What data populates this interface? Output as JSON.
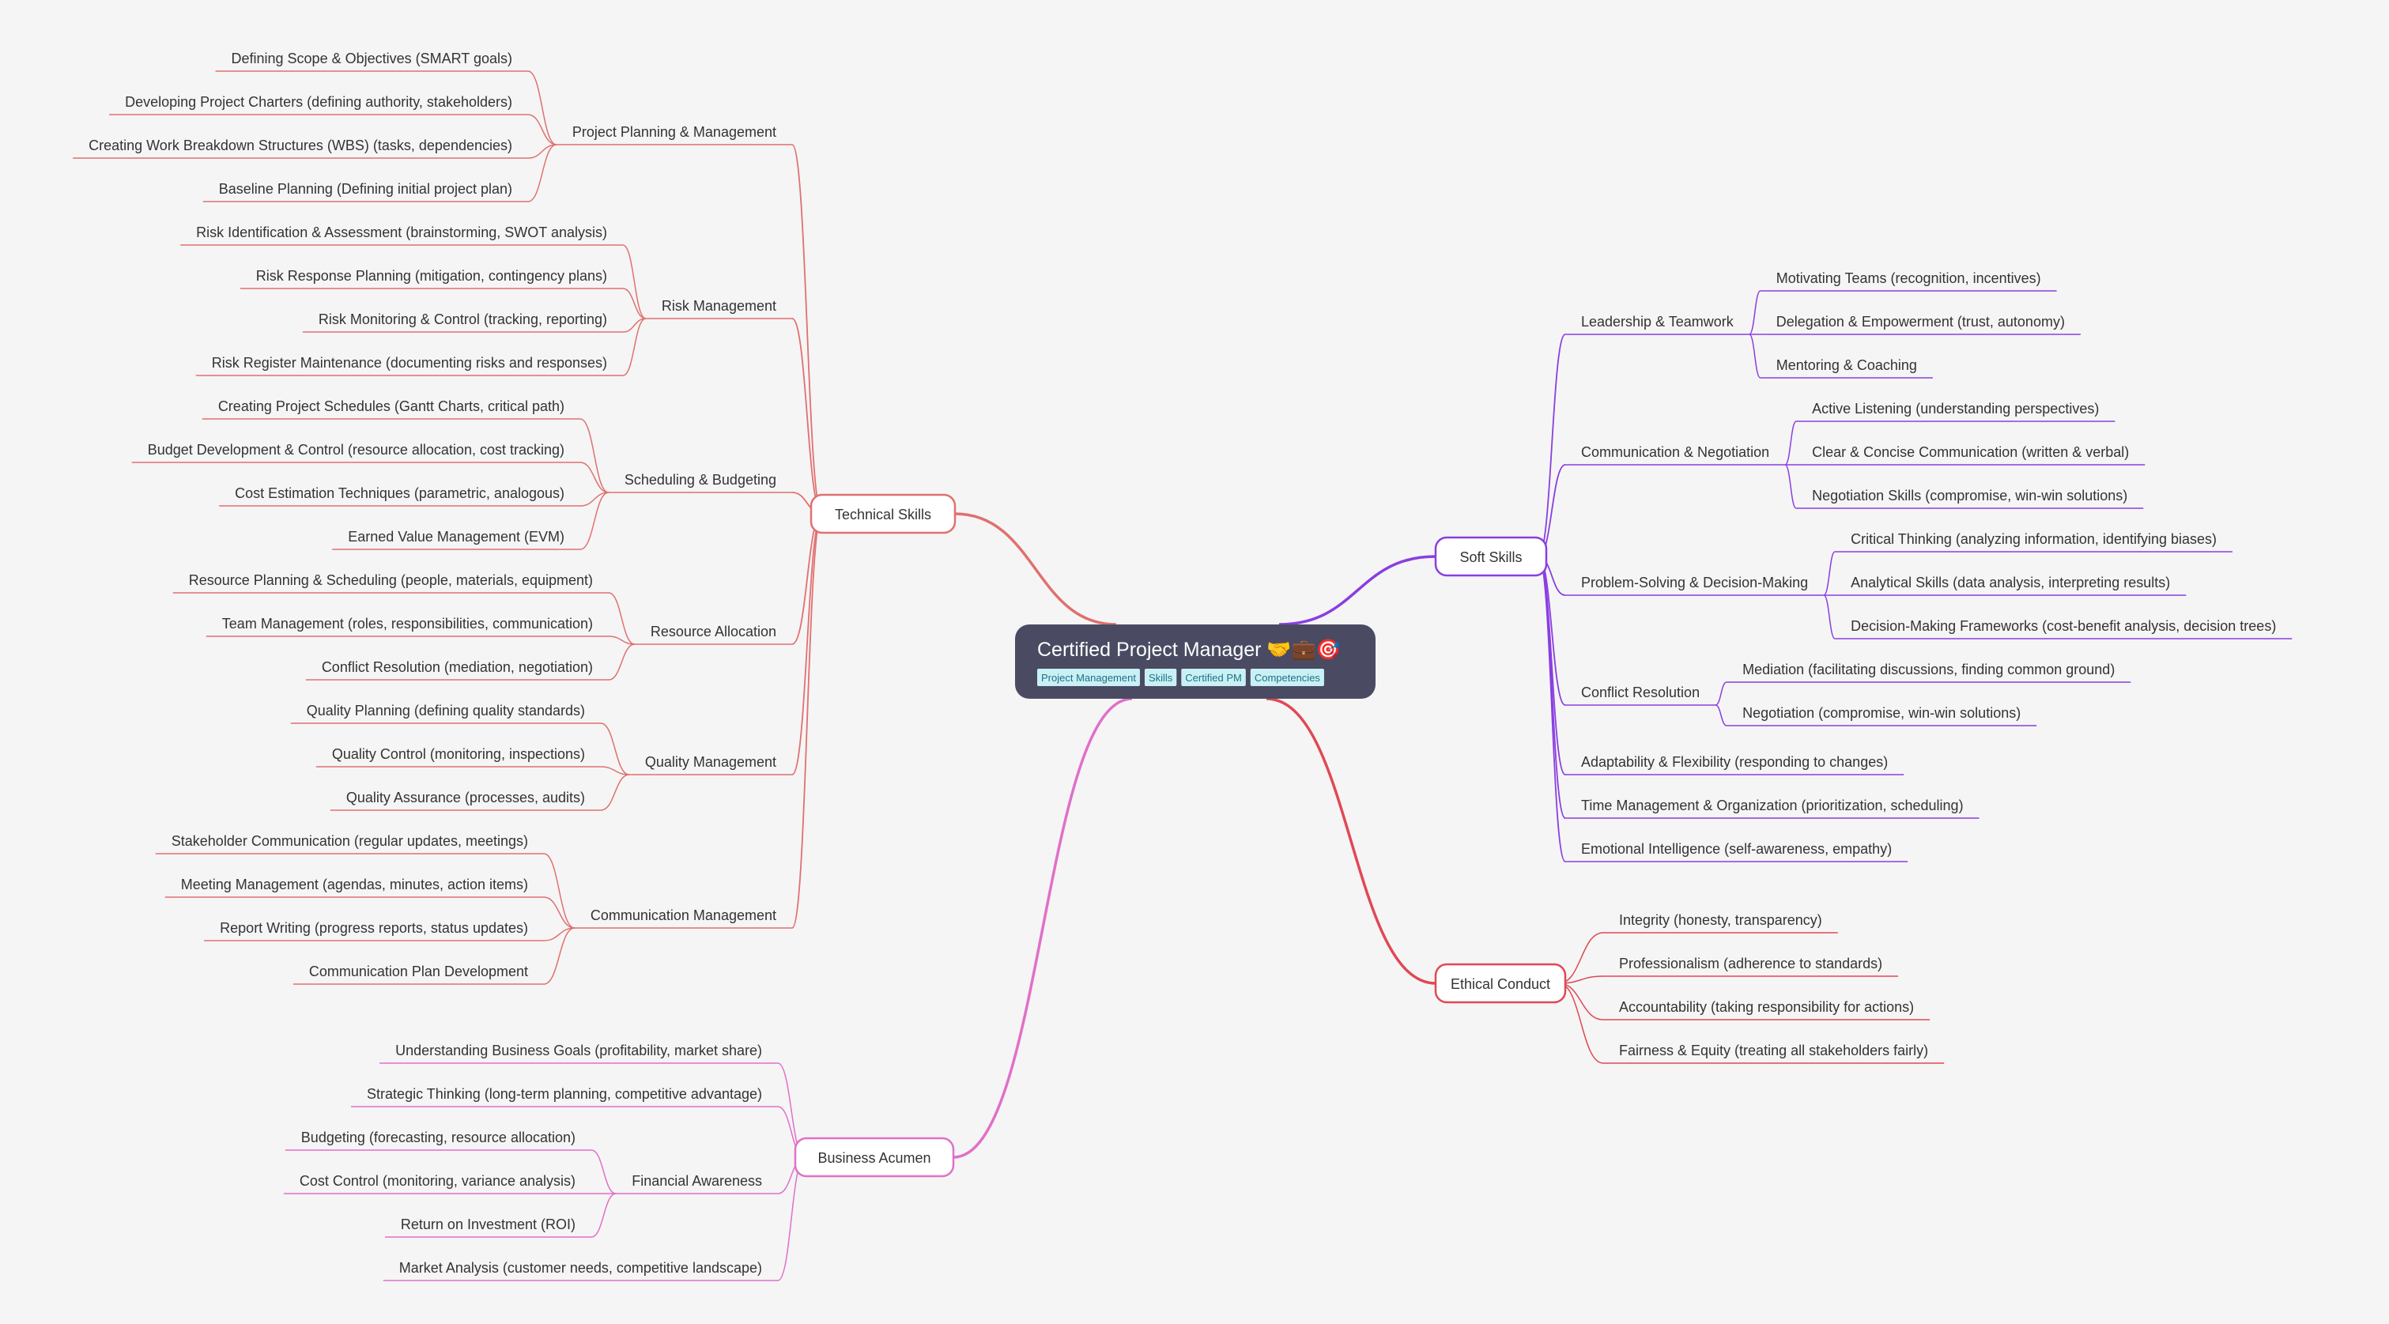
{
  "root": {
    "title": "Certified Project Manager 🤝💼🎯",
    "tags": [
      "Project Management",
      "Skills",
      "Certified PM",
      "Competencies"
    ]
  },
  "branches": [
    {
      "label": "Technical Skills",
      "color": "#e07070",
      "side": "left",
      "children": [
        {
          "label": "Project Planning & Management",
          "children": [
            "Defining Scope & Objectives (SMART goals)",
            "Developing Project Charters (defining authority, stakeholders)",
            "Creating Work Breakdown Structures (WBS) (tasks, dependencies)",
            "Baseline Planning (Defining initial project plan)"
          ]
        },
        {
          "label": "Risk Management",
          "children": [
            "Risk Identification & Assessment (brainstorming, SWOT analysis)",
            "Risk Response Planning (mitigation, contingency plans)",
            "Risk Monitoring & Control (tracking, reporting)",
            "Risk Register Maintenance (documenting risks and responses)"
          ]
        },
        {
          "label": "Scheduling & Budgeting",
          "children": [
            "Creating Project Schedules (Gantt Charts, critical path)",
            "Budget Development & Control (resource allocation, cost tracking)",
            "Cost Estimation Techniques (parametric, analogous)",
            "Earned Value Management (EVM)"
          ]
        },
        {
          "label": "Resource Allocation",
          "children": [
            "Resource Planning & Scheduling (people, materials, equipment)",
            "Team Management (roles, responsibilities, communication)",
            "Conflict Resolution (mediation, negotiation)"
          ]
        },
        {
          "label": "Quality Management",
          "children": [
            "Quality Planning (defining quality standards)",
            "Quality Control (monitoring, inspections)",
            "Quality Assurance (processes, audits)"
          ]
        },
        {
          "label": "Communication Management",
          "children": [
            "Stakeholder Communication (regular updates, meetings)",
            "Meeting Management (agendas, minutes, action items)",
            "Report Writing (progress reports, status updates)",
            "Communication Plan Development"
          ]
        }
      ]
    },
    {
      "label": "Business Acumen",
      "color": "#e070c8",
      "side": "left",
      "children": [
        {
          "label": "Understanding Business Goals (profitability, market share)",
          "children": []
        },
        {
          "label": "Strategic Thinking (long-term planning, competitive advantage)",
          "children": []
        },
        {
          "label": "Financial Awareness",
          "children": [
            "Budgeting (forecasting, resource allocation)",
            "Cost Control (monitoring, variance analysis)",
            "Return on Investment (ROI)"
          ]
        },
        {
          "label": "Market Analysis (customer needs, competitive landscape)",
          "children": []
        }
      ]
    },
    {
      "label": "Soft Skills",
      "color": "#8a3ee0",
      "side": "right",
      "children": [
        {
          "label": "Leadership & Teamwork",
          "children": [
            "Motivating Teams (recognition, incentives)",
            "Delegation & Empowerment (trust, autonomy)",
            "Mentoring & Coaching"
          ]
        },
        {
          "label": "Communication & Negotiation",
          "children": [
            "Active Listening (understanding perspectives)",
            "Clear & Concise Communication (written & verbal)",
            "Negotiation Skills (compromise, win-win solutions)"
          ]
        },
        {
          "label": "Problem-Solving & Decision-Making",
          "children": [
            "Critical Thinking (analyzing information, identifying biases)",
            "Analytical Skills (data analysis, interpreting results)",
            "Decision-Making Frameworks (cost-benefit analysis, decision trees)"
          ]
        },
        {
          "label": "Conflict Resolution",
          "children": [
            "Mediation (facilitating discussions, finding common ground)",
            "Negotiation (compromise, win-win solutions)"
          ]
        },
        {
          "label": "Adaptability & Flexibility (responding to changes)",
          "children": []
        },
        {
          "label": "Time Management & Organization (prioritization, scheduling)",
          "children": []
        },
        {
          "label": "Emotional Intelligence (self-awareness, empathy)",
          "children": []
        }
      ]
    },
    {
      "label": "Ethical Conduct",
      "color": "#e04855",
      "side": "right",
      "children": [
        {
          "label": "Integrity (honesty, transparency)",
          "children": []
        },
        {
          "label": "Professionalism (adherence to standards)",
          "children": []
        },
        {
          "label": "Accountability (taking responsibility for actions)",
          "children": []
        },
        {
          "label": "Fairness & Equity (treating all stakeholders fairly)",
          "children": []
        }
      ]
    }
  ]
}
